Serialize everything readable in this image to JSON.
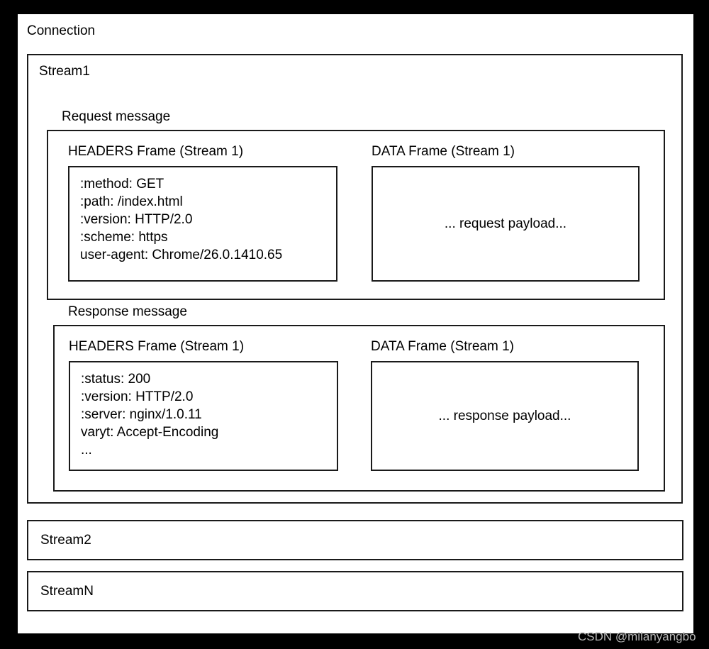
{
  "diagram": {
    "connection_label": "Connection",
    "stream1": {
      "title": "Stream1",
      "request": {
        "title": "Request message",
        "headers_frame": {
          "title": "HEADERS Frame (Stream 1)",
          "fields": [
            ":method: GET",
            ":path: /index.html",
            ":version: HTTP/2.0",
            ":scheme: https",
            "user-agent: Chrome/26.0.1410.65"
          ]
        },
        "data_frame": {
          "title": "DATA Frame (Stream 1)",
          "payload": "... request payload..."
        }
      },
      "response": {
        "title": "Response message",
        "headers_frame": {
          "title": "HEADERS Frame (Stream 1)",
          "fields": [
            ":status: 200",
            ":version: HTTP/2.0",
            ":server: nginx/1.0.11",
            "varyt: Accept-Encoding",
            "..."
          ]
        },
        "data_frame": {
          "title": "DATA Frame (Stream 1)",
          "payload": "... response payload..."
        }
      }
    },
    "stream2_label": "Stream2",
    "streamN_label": "StreamN"
  },
  "watermark": "CSDN @milanyangbo",
  "colors": {
    "background": "#000000",
    "panel": "#ffffff",
    "stroke": "#1a1a1a",
    "text": "#000000",
    "watermark": "#b9b9b9"
  }
}
